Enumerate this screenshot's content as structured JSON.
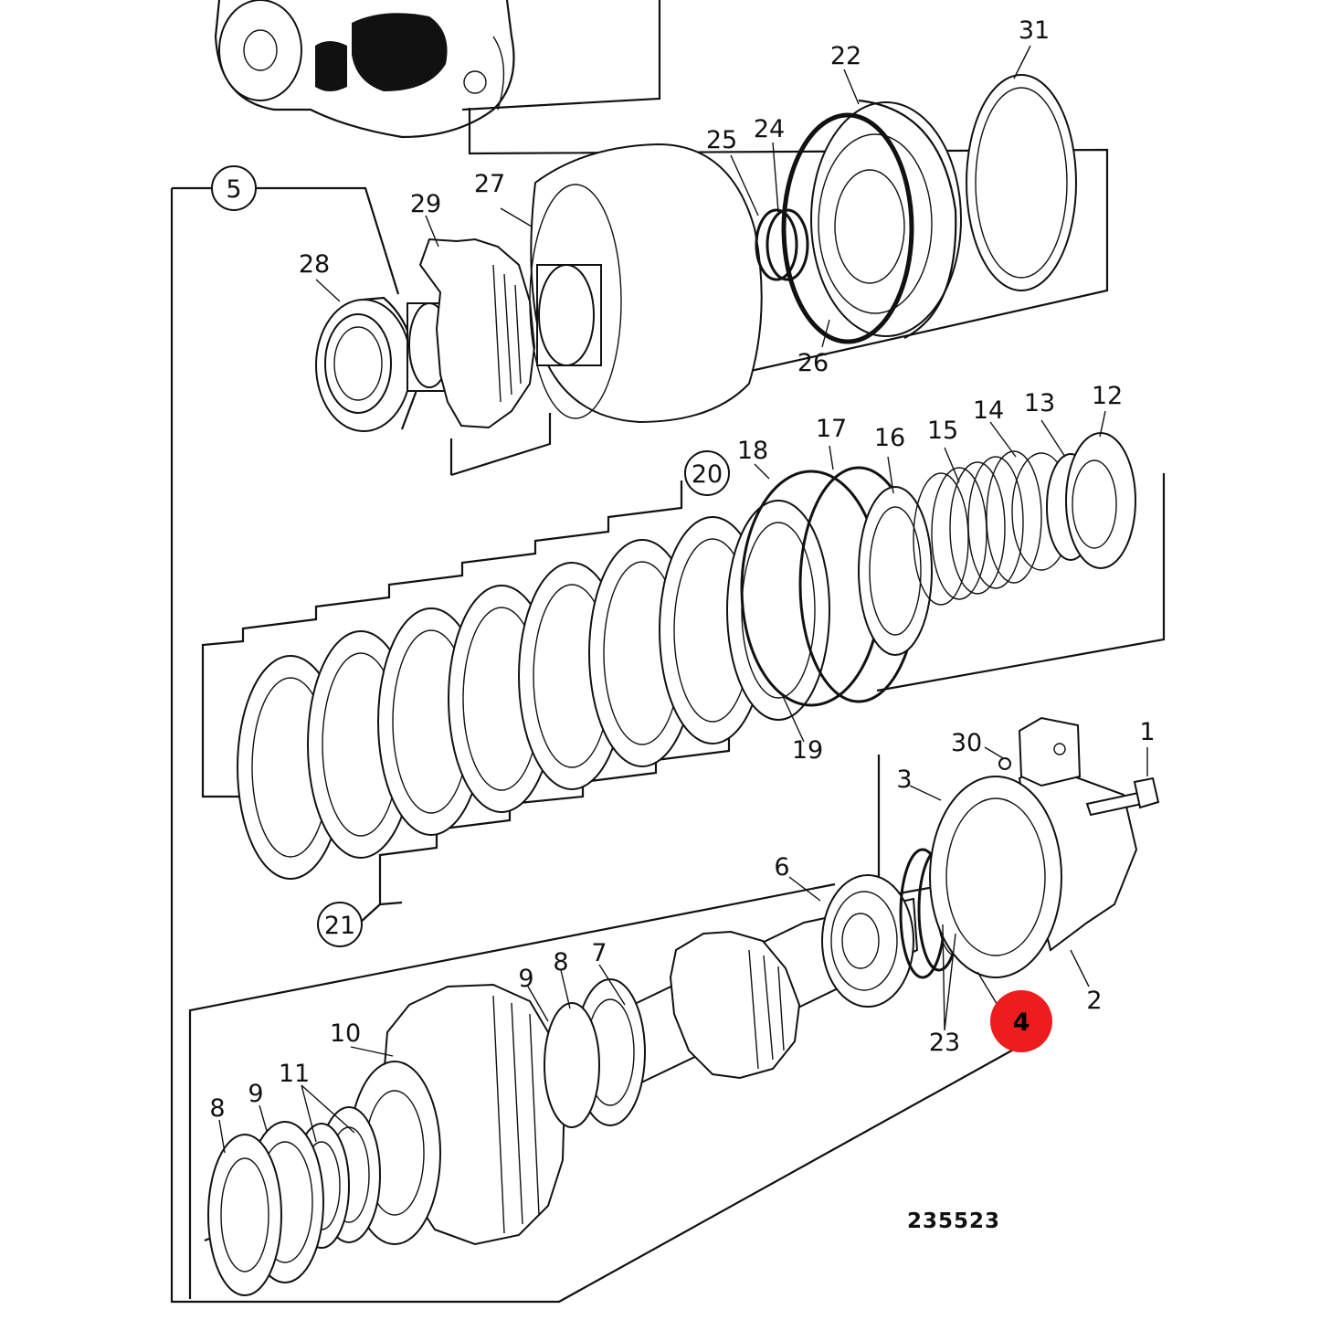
{
  "labels": {
    "l1": "1",
    "l2": "2",
    "l3": "3",
    "l4": "4",
    "l5": "5",
    "l6": "6",
    "l7": "7",
    "l8a": "8",
    "l8b": "8",
    "l9a": "9",
    "l9b": "9",
    "l10": "10",
    "l11": "11",
    "l12": "12",
    "l13": "13",
    "l14": "14",
    "l15": "15",
    "l16": "16",
    "l17": "17",
    "l18": "18",
    "l19": "19",
    "l20": "20",
    "l21": "21",
    "l22": "22",
    "l23": "23",
    "l24": "24",
    "l25": "25",
    "l26": "26",
    "l27": "27",
    "l28": "28",
    "l29": "29",
    "l30": "30",
    "l31": "31"
  },
  "reference_number": "235523",
  "highlight": {
    "color": "#ee1c1c"
  }
}
